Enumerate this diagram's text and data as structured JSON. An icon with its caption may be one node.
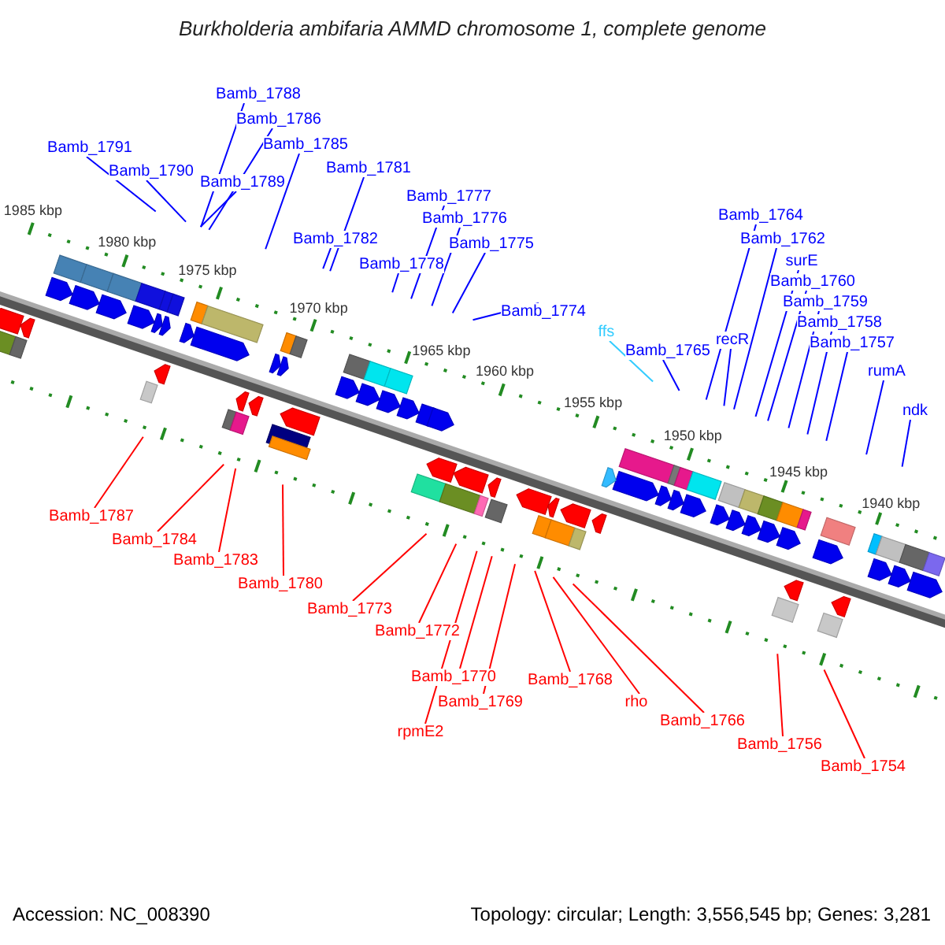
{
  "diagram": {
    "title": "Burkholderia ambifaria AMMD chromosome 1, complete genome",
    "nodes": [
      {
        "text": [
          "Bamb_1791"
        ]
      },
      {
        "text": [
          "Bamb_1790"
        ]
      },
      {
        "text": [
          "Bamb_1788"
        ]
      },
      {
        "text": [
          "Bamb_1786"
        ]
      },
      {
        "text": [
          "Bamb_1789"
        ]
      },
      {
        "text": [
          "Bamb_1785"
        ]
      },
      {
        "text": [
          "Bamb_1781"
        ]
      },
      {
        "text": [
          "Bamb_1782"
        ]
      },
      {
        "text": [
          "Bamb_1777"
        ]
      },
      {
        "text": [
          "Bamb_1776"
        ]
      },
      {
        "text": [
          "Bamb_1778"
        ]
      },
      {
        "text": [
          "Bamb_1775"
        ]
      },
      {
        "text": [
          "Bamb_1774"
        ]
      },
      {
        "text": [
          "ffs"
        ]
      },
      {
        "text": [
          "Bamb_1765"
        ]
      },
      {
        "text": [
          "Bamb_1764"
        ]
      },
      {
        "text": [
          "recR"
        ]
      },
      {
        "text": [
          "Bamb_1762"
        ]
      },
      {
        "text": [
          "surE"
        ]
      },
      {
        "text": [
          "Bamb_1760"
        ]
      },
      {
        "text": [
          "Bamb_1759"
        ]
      },
      {
        "text": [
          "Bamb_1758"
        ]
      },
      {
        "text": [
          "Bamb_1757"
        ]
      },
      {
        "text": [
          "rumA"
        ]
      },
      {
        "text": [
          "ndk"
        ]
      },
      {
        "text": [
          "Bamb_1787"
        ]
      },
      {
        "text": [
          "Bamb_1784"
        ]
      },
      {
        "text": [
          "Bamb_1783"
        ]
      },
      {
        "text": [
          "Bamb_1780"
        ]
      },
      {
        "text": [
          "Bamb_1773"
        ]
      },
      {
        "text": [
          "Bamb_1772"
        ]
      },
      {
        "text": [
          "Bamb_1770"
        ]
      },
      {
        "text": [
          "Bamb_1769"
        ]
      },
      {
        "text": [
          "rpmE2"
        ]
      },
      {
        "text": [
          "Bamb_1768"
        ]
      },
      {
        "text": [
          "rho"
        ]
      },
      {
        "text": [
          "Bamb_1766"
        ]
      },
      {
        "text": [
          "Bamb_1756"
        ]
      },
      {
        "text": [
          "Bamb_1754"
        ]
      }
    ],
    "edges": [
      {
        "from": 0,
        "to": null,
        "arrow": "none"
      },
      {
        "from": 1,
        "to": null,
        "arrow": "none"
      },
      {
        "from": 2,
        "to": null,
        "arrow": "none"
      },
      {
        "from": 3,
        "to": null,
        "arrow": "none"
      },
      {
        "from": 4,
        "to": null,
        "arrow": "none"
      },
      {
        "from": 5,
        "to": null,
        "arrow": "none"
      },
      {
        "from": 6,
        "to": null,
        "arrow": "none"
      },
      {
        "from": 7,
        "to": null,
        "arrow": "none"
      },
      {
        "from": 8,
        "to": null,
        "arrow": "none"
      },
      {
        "from": 9,
        "to": null,
        "arrow": "none"
      },
      {
        "from": 10,
        "to": null,
        "arrow": "none"
      },
      {
        "from": 11,
        "to": null,
        "arrow": "none"
      },
      {
        "from": 12,
        "to": null,
        "arrow": "none"
      },
      {
        "from": 13,
        "to": null,
        "arrow": "none",
        "color": "#33ccff"
      },
      {
        "from": 14,
        "to": null,
        "arrow": "none"
      },
      {
        "from": 15,
        "to": null,
        "arrow": "none"
      },
      {
        "from": 16,
        "to": null,
        "arrow": "none"
      },
      {
        "from": 17,
        "to": null,
        "arrow": "none"
      },
      {
        "from": 18,
        "to": null,
        "arrow": "none"
      },
      {
        "from": 19,
        "to": null,
        "arrow": "none"
      },
      {
        "from": 20,
        "to": null,
        "arrow": "none"
      },
      {
        "from": 21,
        "to": null,
        "arrow": "none"
      },
      {
        "from": 22,
        "to": null,
        "arrow": "none"
      },
      {
        "from": 23,
        "to": null,
        "arrow": "none"
      },
      {
        "from": 24,
        "to": null,
        "arrow": "none"
      },
      {
        "from": 25,
        "to": null,
        "arrow": "none",
        "color": "#ff0000"
      },
      {
        "from": 26,
        "to": null,
        "arrow": "none",
        "color": "#ff0000"
      },
      {
        "from": 27,
        "to": null,
        "arrow": "none",
        "color": "#ff0000"
      },
      {
        "from": 28,
        "to": null,
        "arrow": "none",
        "color": "#ff0000"
      },
      {
        "from": 29,
        "to": null,
        "arrow": "none",
        "color": "#ff0000"
      },
      {
        "from": 30,
        "to": null,
        "arrow": "none",
        "color": "#ff0000"
      },
      {
        "from": 31,
        "to": null,
        "arrow": "none",
        "color": "#ff0000"
      },
      {
        "from": 32,
        "to": null,
        "arrow": "none",
        "color": "#ff0000"
      },
      {
        "from": 33,
        "to": null,
        "arrow": "none",
        "color": "#ff0000"
      },
      {
        "from": 34,
        "to": null,
        "arrow": "none",
        "color": "#ff0000"
      },
      {
        "from": 35,
        "to": null,
        "arrow": "none",
        "color": "#ff0000"
      },
      {
        "from": 36,
        "to": null,
        "arrow": "none",
        "color": "#ff0000"
      },
      {
        "from": 37,
        "to": null,
        "arrow": "none",
        "color": "#ff0000"
      },
      {
        "from": 38,
        "to": null,
        "arrow": "none",
        "color": "#ff0000"
      }
    ],
    "labels": [
      "1985 kbp",
      "1980 kbp",
      "1975 kbp",
      "1970 kbp",
      "1965 kbp",
      "1960 kbp",
      "1955 kbp",
      "1950 kbp",
      "1945 kbp",
      "1940 kbp",
      "Accession: NC_008390",
      "Topology: circular; Length: 3,556,545 bp; Genes: 3,281"
    ]
  }
}
